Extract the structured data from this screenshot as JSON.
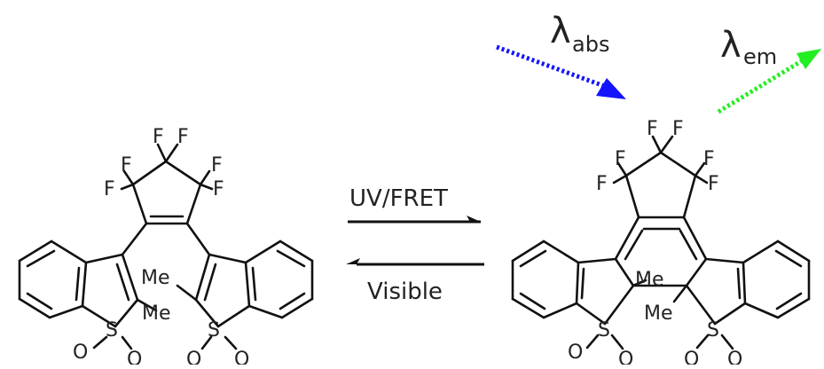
{
  "arrows": {
    "forward_label": "UV/FRET",
    "reverse_label": "Visible"
  },
  "excitation": {
    "lambda_symbol": "λ",
    "abs_subscript": "abs",
    "em_subscript": "em",
    "abs_color": "#1414ff",
    "em_color": "#22ee22"
  },
  "open_isomer": {
    "fluorine": "F",
    "methyl": "Me",
    "sulfur": "S",
    "oxygen": "O"
  },
  "closed_isomer": {
    "fluorine": "F",
    "methyl": "Me",
    "sulfur": "S",
    "oxygen": "O"
  }
}
